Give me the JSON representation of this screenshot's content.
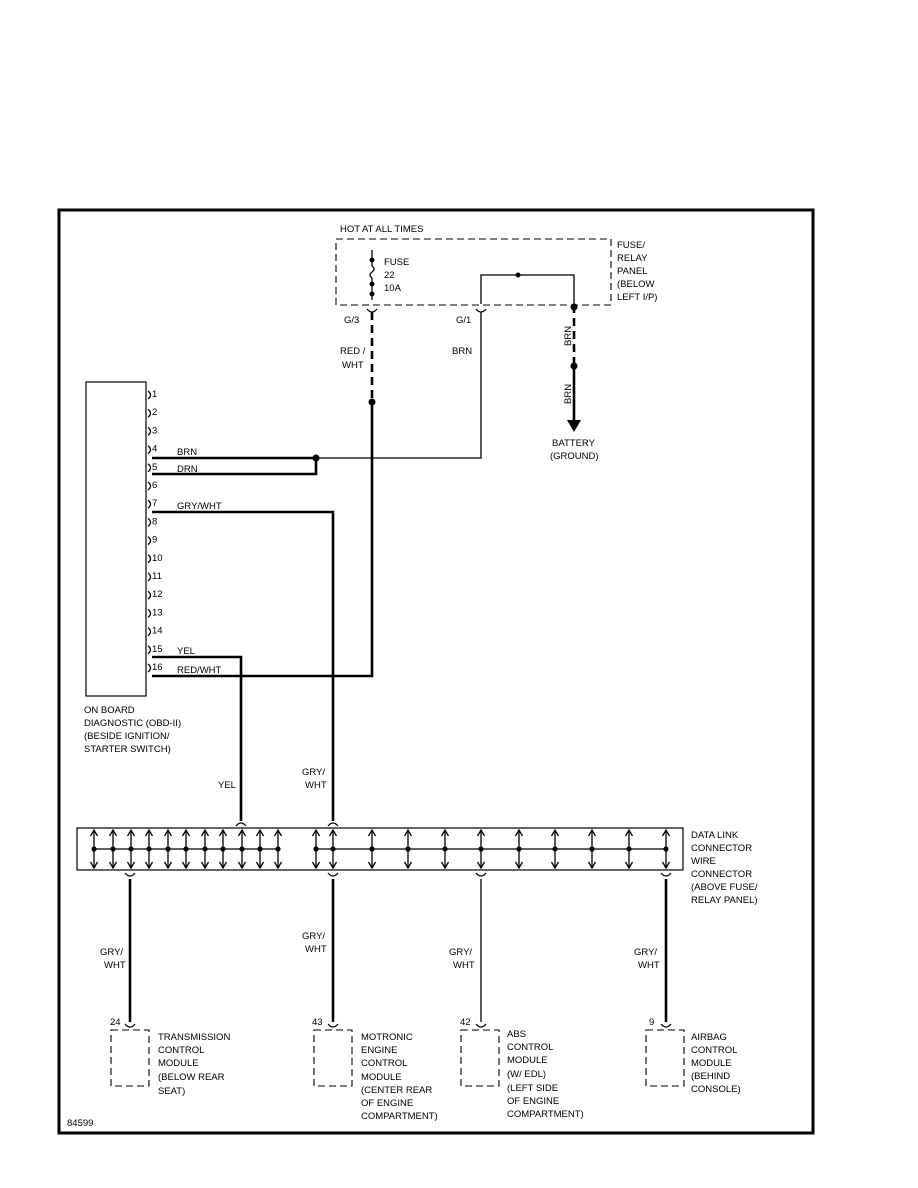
{
  "diagram_id": "84599",
  "power": {
    "hot_label": "HOT AT ALL TIMES",
    "fuse_word": "FUSE",
    "fuse_number": "22",
    "fuse_amps": "10A",
    "panel_lines": [
      "FUSE/",
      "RELAY",
      "PANEL",
      "(BELOW",
      "LEFT I/P)"
    ],
    "terminal_left": "G/3",
    "terminal_right": "G/1",
    "wire_left": [
      "RED /",
      "WHT"
    ],
    "wire_middle": "BRN",
    "wire_ground_1": "BRN",
    "wire_ground_2": "BRN",
    "ground_lines": [
      "BATTERY",
      "(GROUND)"
    ]
  },
  "obd": {
    "pins": [
      "1",
      "2",
      "3",
      "4",
      "5",
      "6",
      "7",
      "8",
      "9",
      "10",
      "11",
      "12",
      "13",
      "14",
      "15",
      "16"
    ],
    "wire_labels": {
      "pin4": "BRN",
      "pin5": "DRN",
      "pin7": "GRY/WHT",
      "pin15": "YEL",
      "pin16": "RED/WHT"
    },
    "caption_lines": [
      "ON BOARD",
      "DIAGNOSTIC (OBD-II)",
      "(BESIDE IGNITION/",
      "STARTER SWITCH)"
    ]
  },
  "data_link": {
    "yel_label": "YEL",
    "gry_label": [
      "GRY/",
      "WHT"
    ],
    "caption_lines": [
      "DATA LINK",
      "CONNECTOR",
      "WIRE",
      "CONNECTOR",
      "(ABOVE FUSE/",
      "RELAY PANEL)"
    ]
  },
  "modules": [
    {
      "pin": "24",
      "wire": [
        "GRY/",
        "WHT"
      ],
      "lines": [
        "TRANSMISSION",
        "CONTROL",
        "MODULE",
        "(BELOW REAR",
        "SEAT)"
      ]
    },
    {
      "pin": "43",
      "wire": [
        "GRY/",
        "WHT"
      ],
      "lines": [
        "MOTRONIC",
        "ENGINE",
        "CONTROL",
        "MODULE",
        "(CENTER REAR",
        "OF ENGINE",
        "COMPARTMENT)"
      ]
    },
    {
      "pin": "42",
      "wire": [
        "GRY/",
        "WHT"
      ],
      "lines": [
        "ABS",
        "CONTROL",
        "MODULE",
        "(W/ EDL)",
        "(LEFT SIDE",
        "OF ENGINE",
        "COMPARTMENT)"
      ]
    },
    {
      "pin": "9",
      "wire": [
        "GRY/",
        "WHT"
      ],
      "lines": [
        "AIRBAG",
        "CONTROL",
        "MODULE",
        "(BEHIND",
        "CONSOLE)"
      ]
    }
  ]
}
